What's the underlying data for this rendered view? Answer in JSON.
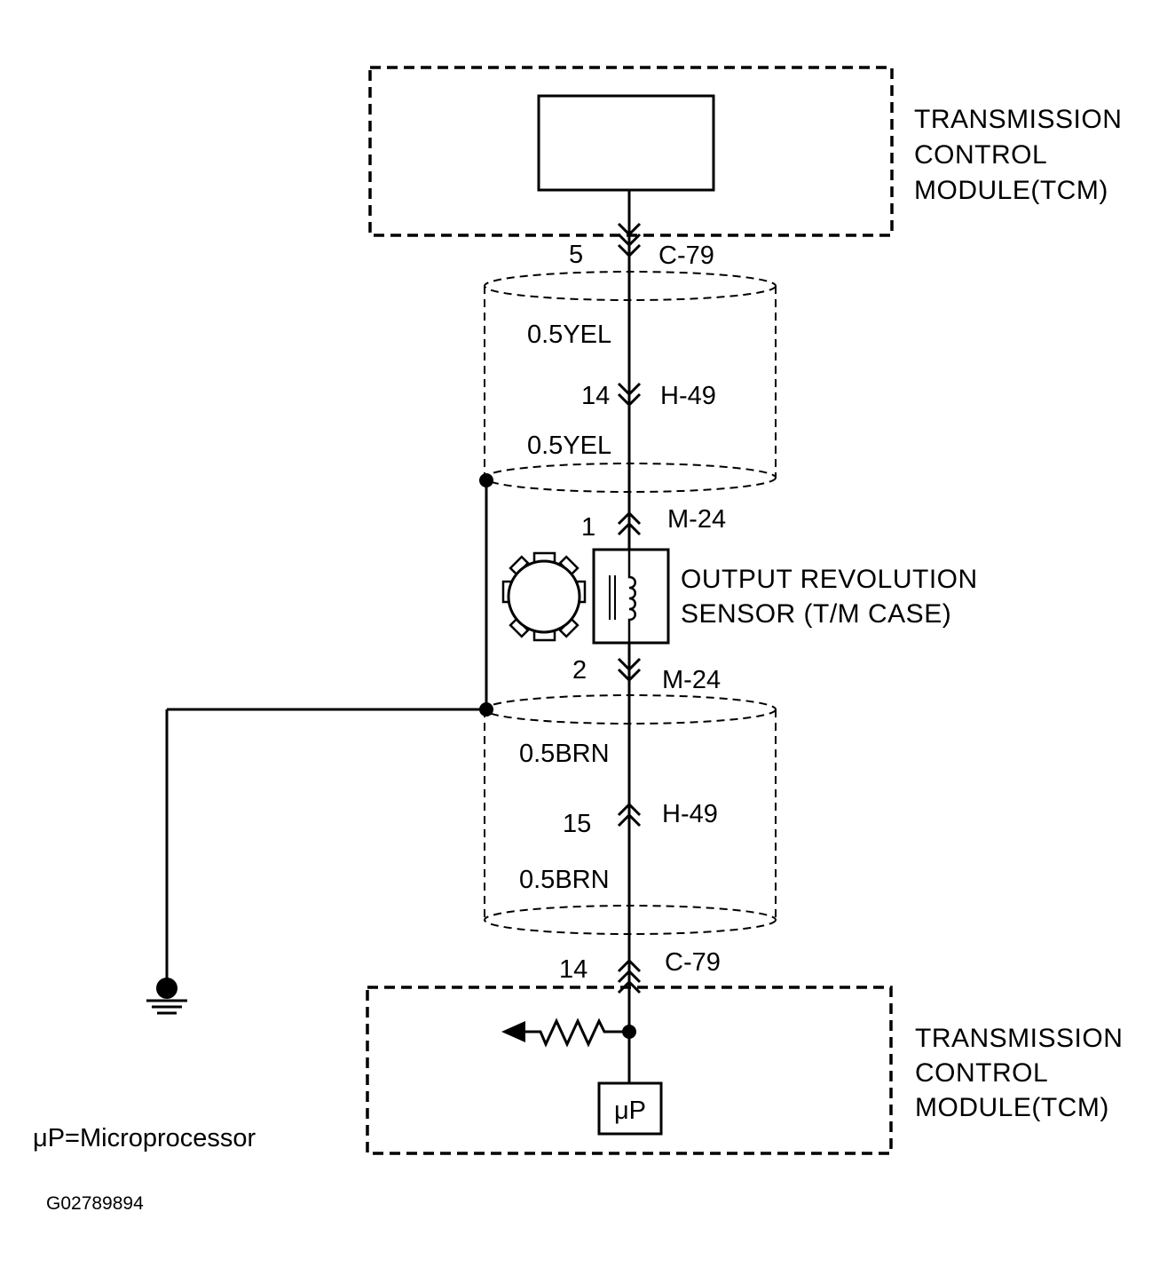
{
  "tcm_top": {
    "label_line1": "TRANSMISSION",
    "label_line2": "CONTROL",
    "label_line3": "MODULE(TCM)"
  },
  "tcm_bottom": {
    "label_line1": "TRANSMISSION",
    "label_line2": "CONTROL",
    "label_line3": "MODULE(TCM)",
    "microprocessor_label": "μP"
  },
  "connectors": {
    "c79_top": {
      "pin": "5",
      "name": "C-79"
    },
    "h49_top": {
      "pin": "14",
      "name": "H-49"
    },
    "m24_top": {
      "pin": "1",
      "name": "M-24"
    },
    "m24_bottom": {
      "pin": "2",
      "name": "M-24"
    },
    "h49_bottom": {
      "pin": "15",
      "name": "H-49"
    },
    "c79_bottom": {
      "pin": "14",
      "name": "C-79"
    }
  },
  "wires": {
    "upper_1": "0.5YEL",
    "upper_2": "0.5YEL",
    "lower_1": "0.5BRN",
    "lower_2": "0.5BRN"
  },
  "sensor": {
    "label_line1": "OUTPUT REVOLUTION",
    "label_line2": "SENSOR (T/M CASE)"
  },
  "legend": {
    "micro": "μP=Microprocessor"
  },
  "figure_id": "G02789894"
}
